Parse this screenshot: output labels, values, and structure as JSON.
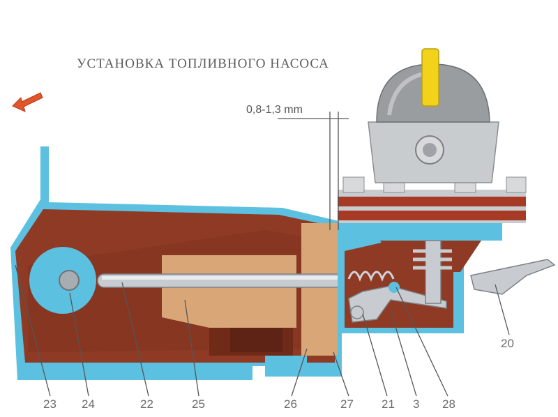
{
  "title": "УСТАНОВКА ТОПЛИВНОГО НАСОСА",
  "dimension": "0,8-1,3 mm",
  "callouts": [
    "23",
    "24",
    "22",
    "25",
    "26",
    "27",
    "21",
    "3",
    "28",
    "20"
  ],
  "colors": {
    "housing": "#8e3a24",
    "housing_dark": "#6f2a18",
    "outline": "#5cc0e0",
    "spacer": "#d9a777",
    "pump_body": "#c9cccf",
    "dome": "#9a9da0",
    "fuel_fitting": "#f2d21b",
    "arrow": "#e2542a"
  },
  "icons": {
    "direction": "arrow-left-icon"
  }
}
